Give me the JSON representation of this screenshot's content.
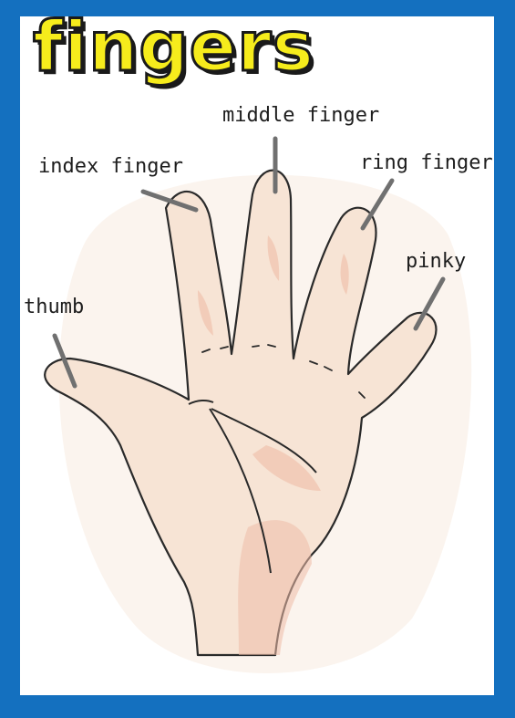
{
  "title": "fingers",
  "labels": {
    "middle": "middle finger",
    "index": "index finger",
    "ring": "ring finger",
    "pinky": "pinky",
    "thumb": "thumb"
  },
  "colors": {
    "frame": "#1470bf",
    "title_fill": "#f6ec1c",
    "skin": "#f7e4d5",
    "skin_shadow": "#eebca7",
    "outline": "#2a2a2a",
    "pointer": "#707070"
  }
}
